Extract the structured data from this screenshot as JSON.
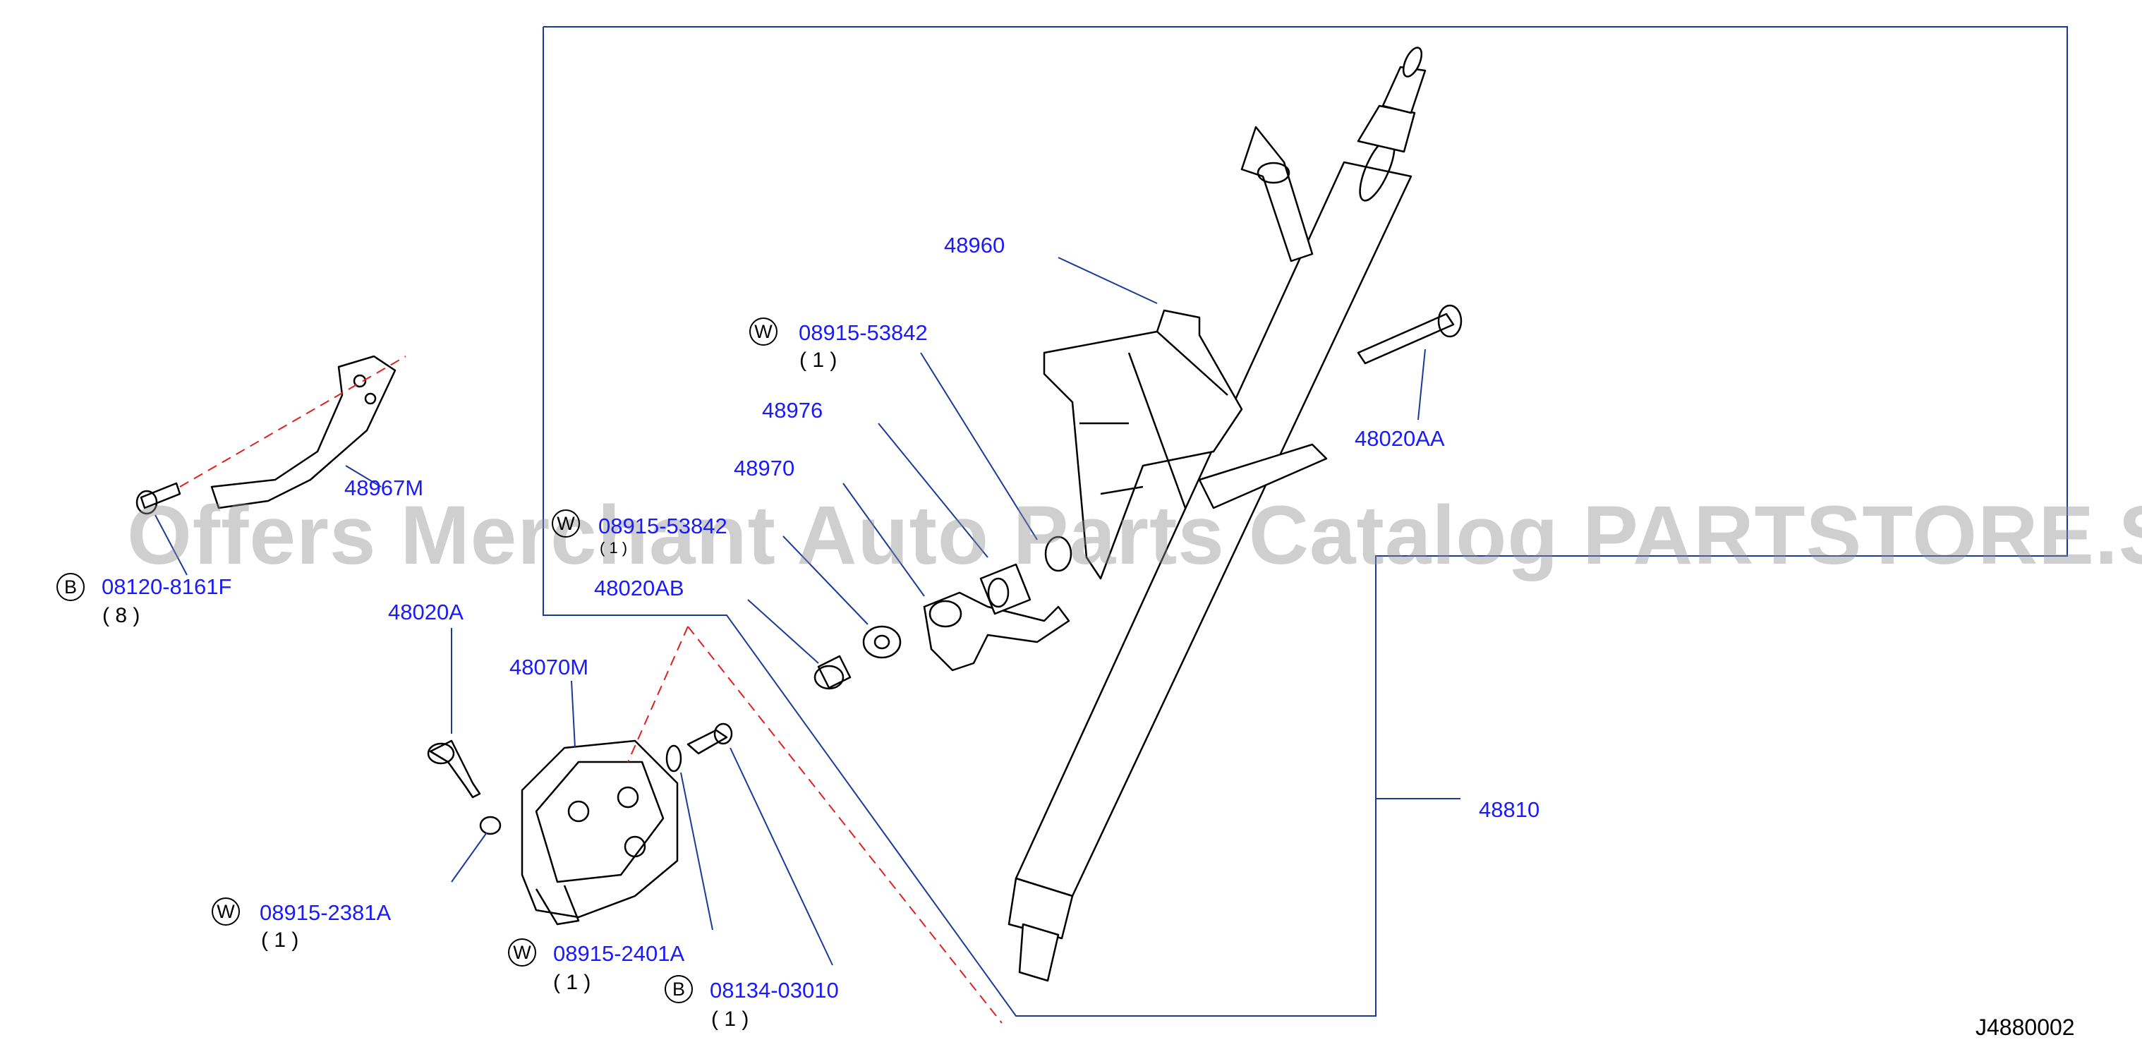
{
  "watermark": "Offers Merchant Auto Parts Catalog PARTSTORE.SA",
  "diagram_code": "J4880002",
  "parts": {
    "p48960": "48960",
    "p48976": "48976",
    "p48970": "48970",
    "p48020AB": "48020AB",
    "p48020AA": "48020AA",
    "p48020A": "48020A",
    "p48070M": "48070M",
    "p48967M": "48967M",
    "p48810": "48810",
    "w1": {
      "symbol": "W",
      "number": "08915-53842",
      "qty": "( 1 )"
    },
    "w2": {
      "symbol": "W",
      "number": "08915-53842",
      "qty": "( 1 )"
    },
    "b1": {
      "symbol": "B",
      "number": "08120-8161F",
      "qty": "( 8 )"
    },
    "w3": {
      "symbol": "W",
      "number": "08915-2381A",
      "qty": "( 1 )"
    },
    "w4": {
      "symbol": "W",
      "number": "08915-2401A",
      "qty": "( 1 )"
    },
    "b2": {
      "symbol": "B",
      "number": "08134-03010",
      "qty": "( 1 )"
    }
  },
  "colors": {
    "label": "#1a1aff",
    "leader": "#1a3a99",
    "drawing": "#000000",
    "dashed": "#e02020"
  }
}
